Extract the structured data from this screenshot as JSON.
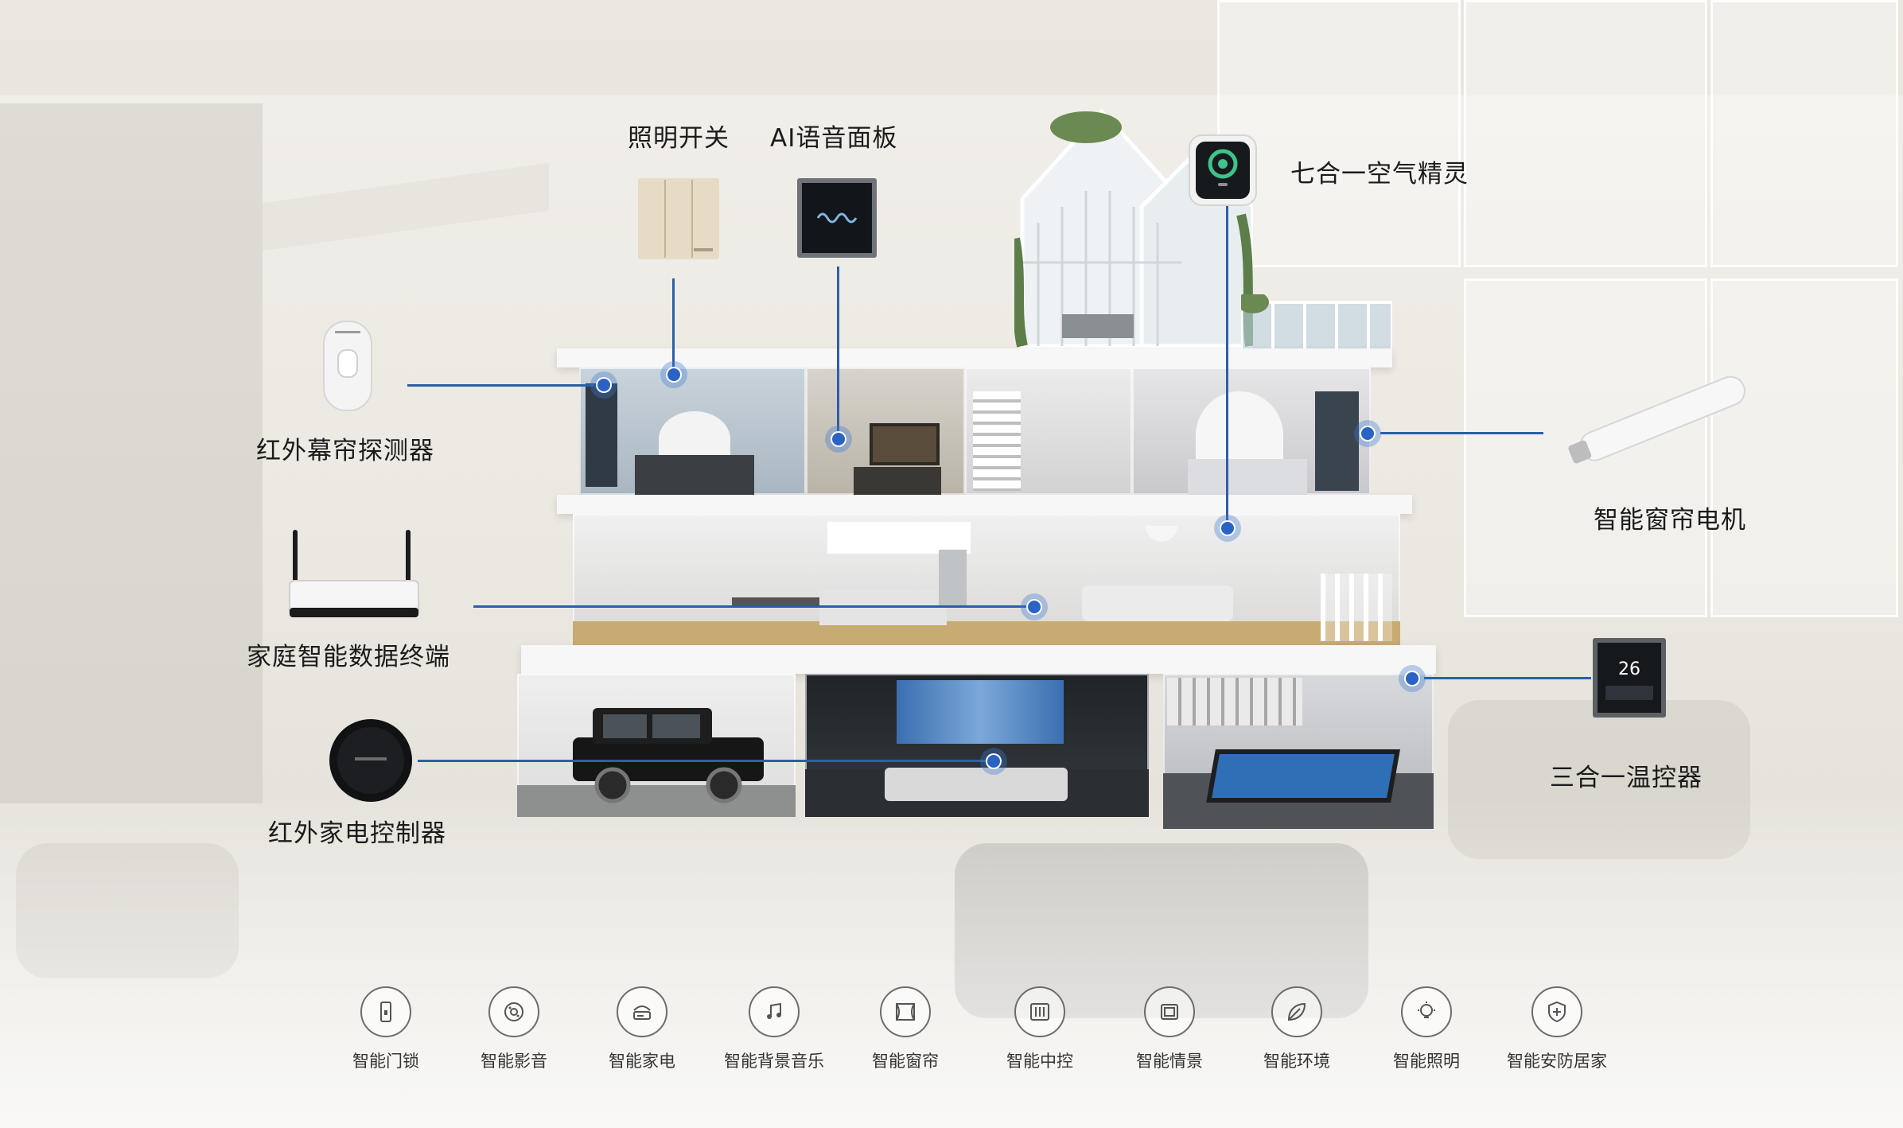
{
  "devices": {
    "lighting_switch": "照明开关",
    "ai_voice_panel": "AI语音面板",
    "air_sensor": "七合一空气精灵",
    "ir_curtain_detector": "红外幕帘探测器",
    "curtain_motor": "智能窗帘电机",
    "home_data_terminal": "家庭智能数据终端",
    "thermostat": "三合一温控器",
    "ir_controller": "红外家电控制器"
  },
  "thermostat_display": "26",
  "features": [
    {
      "label": "智能门锁",
      "icon": "door-lock-icon"
    },
    {
      "label": "智能影音",
      "icon": "speaker-icon"
    },
    {
      "label": "智能家电",
      "icon": "appliance-icon"
    },
    {
      "label": "智能背景音乐",
      "icon": "music-note-icon"
    },
    {
      "label": "智能窗帘",
      "icon": "curtain-icon"
    },
    {
      "label": "智能中控",
      "icon": "control-panel-icon"
    },
    {
      "label": "智能情景",
      "icon": "scene-icon"
    },
    {
      "label": "智能环境",
      "icon": "leaf-icon"
    },
    {
      "label": "智能照明",
      "icon": "bulb-icon"
    },
    {
      "label": "智能安防居家",
      "icon": "shield-icon"
    }
  ],
  "colors": {
    "accent_line": "#2c5fa8",
    "dot": "#2a63c4"
  }
}
